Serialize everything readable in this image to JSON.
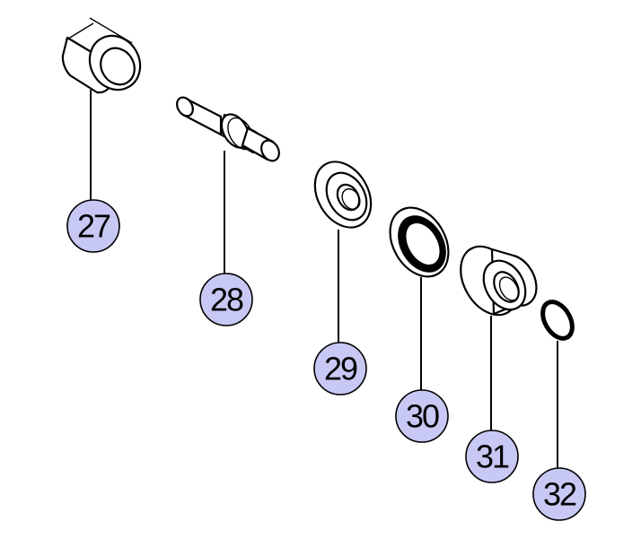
{
  "callout_fill": "#c8c8f4",
  "parts": [
    {
      "number": "27",
      "shape": "sleeve-bushing"
    },
    {
      "number": "28",
      "shape": "stepped-pin"
    },
    {
      "number": "29",
      "shape": "flanged-washer"
    },
    {
      "number": "30",
      "shape": "seal-ring"
    },
    {
      "number": "31",
      "shape": "flanged-bushing"
    },
    {
      "number": "32",
      "shape": "o-ring"
    }
  ]
}
